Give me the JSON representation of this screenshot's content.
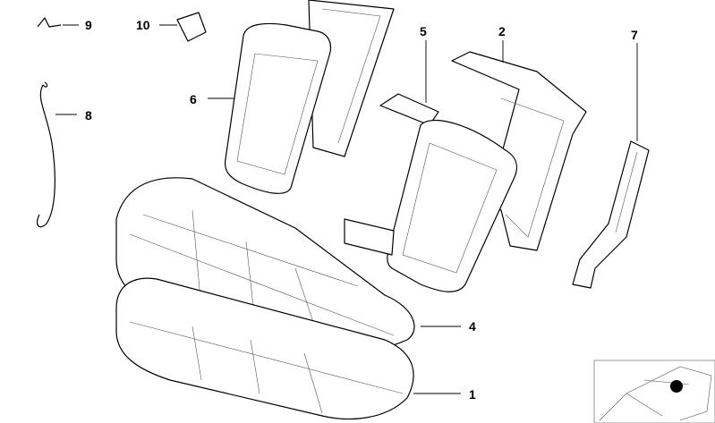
{
  "diagram": {
    "callouts": [
      {
        "id": "label-9",
        "text": "9"
      },
      {
        "id": "label-10",
        "text": "10"
      },
      {
        "id": "label-8",
        "text": "8"
      },
      {
        "id": "label-6",
        "text": "6"
      },
      {
        "id": "label-5",
        "text": "5"
      },
      {
        "id": "label-2",
        "text": "2"
      },
      {
        "id": "label-7",
        "text": "7"
      },
      {
        "id": "label-4",
        "text": "4"
      },
      {
        "id": "label-1",
        "text": "1"
      }
    ],
    "colors": {
      "line": "#000000",
      "background": "#ffffff",
      "thumb_border": "#999999"
    }
  }
}
